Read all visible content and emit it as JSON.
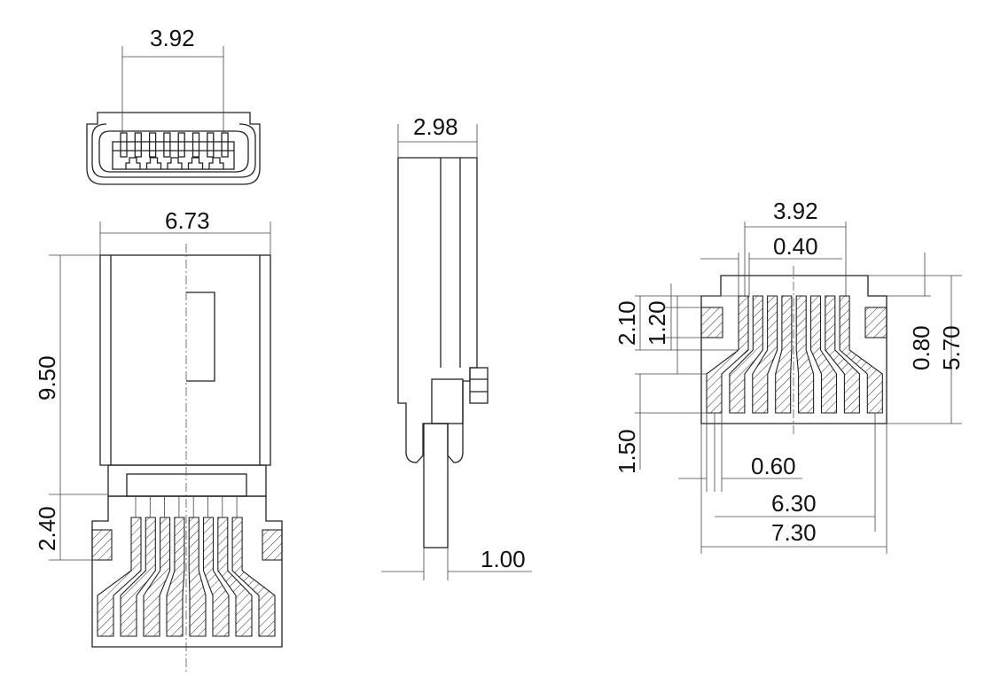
{
  "drawing": {
    "top_view": {
      "width_dim": "3.92"
    },
    "bottom_view": {
      "width_dim": "6.73",
      "length_dim": "9.50",
      "tail_dim": "2.40"
    },
    "side_view": {
      "thickness_dim": "2.98",
      "pin_dim": "1.00"
    },
    "footprint": {
      "pin_span": "3.92",
      "pin_width": "0.40",
      "dim_2_10": "2.10",
      "dim_1_20": "1.20",
      "dim_0_80": "0.80",
      "dim_5_70": "5.70",
      "dim_1_50": "1.50",
      "dim_0_60": "0.60",
      "dim_6_30": "6.30",
      "dim_7_30": "7.30"
    }
  }
}
